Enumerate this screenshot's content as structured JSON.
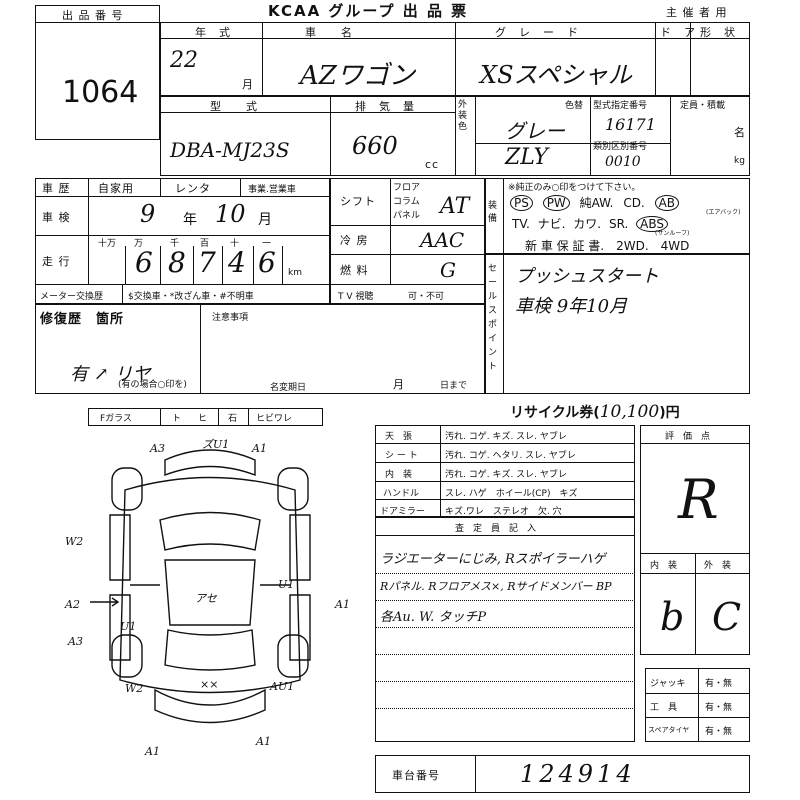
{
  "header": {
    "lot_label": "出 品 番 号",
    "lot_number": "1064",
    "title": "KCAA グループ 出 品 票",
    "organizer": "主 催 者 用"
  },
  "row1": {
    "year_label": "年　式",
    "car_label": "車　　名",
    "grade_label": "グ　レ　ー　ド",
    "door_label": "ド　ア",
    "shape_label": "形　状",
    "year_value": "22",
    "month_unit": "月",
    "car_value": "AZワゴン",
    "grade_value": "XSスペシャル"
  },
  "row2": {
    "model_label": "型　　式",
    "displacement_label": "排　気　量",
    "exterior_label": "外装色",
    "color_label": "色替",
    "model_code_label": "型式指定番号",
    "capacity_label": "定員・積載",
    "class_label": "類別区別番号",
    "model_value": "DBA-MJ23S",
    "displacement_value": "660",
    "cc_unit": "cc",
    "color_value": "グレー",
    "color_code": "ZLY",
    "model_code_value": "16171",
    "class_value": "0010",
    "name_unit": "名",
    "kg_unit": "kg"
  },
  "history": {
    "label": "車 歴",
    "options": [
      "自家用",
      "レンタ",
      "事業.営業車"
    ],
    "inspection_label": "車 検",
    "inspection_year": "9",
    "year_unit": "年",
    "inspection_month": "10",
    "month_unit": "月",
    "mileage_label": "走 行",
    "digit_labels": [
      "十万",
      "万",
      "千",
      "百",
      "十",
      "一"
    ],
    "mileage_digits": [
      "6",
      "8",
      "7",
      "4",
      "6"
    ],
    "km_unit": "km",
    "meter_label": "メーター交換歴",
    "meter_options": "$交換車・*改ざん車・#不明車"
  },
  "shift": {
    "label": "シフト",
    "options": [
      "フロア",
      "コラム",
      "パネル"
    ],
    "shift_value": "AT",
    "ac_label": "冷 房",
    "ac_value": "AAC",
    "fuel_label": "燃 料",
    "fuel_value": "G",
    "tv_label": "T V 視聴",
    "tv_options": "可・不可"
  },
  "equipment": {
    "label": "装備",
    "note": "※純正のみ○印をつけて下さい。",
    "line1": [
      "PS",
      "PW",
      "純AW.",
      "CD.",
      "AB"
    ],
    "ab_note": "(エアバック)",
    "line2": [
      "TV.",
      "ナビ.",
      "カワ.",
      "SR.",
      "ABS"
    ],
    "sr_note": "(サンルーフ)",
    "line3": "新 車 保 証 書.　2WD.　4WD"
  },
  "selling_points": {
    "label": "セールスポイント",
    "line1": "プッシュスタート",
    "line2": "車検 9年10月"
  },
  "repair": {
    "label": "修復歴　箇所",
    "value": "有 ↗ リヤ",
    "note": "(有の場合○印を)",
    "notes_label": "注意事項",
    "name_change_label": "名変期日",
    "month_unit": "月",
    "date_unit": "日まで"
  },
  "glass": {
    "labels": [
      "Fガラス",
      "ト",
      "ヒ",
      "石",
      "ヒビワレ"
    ]
  },
  "recycle": {
    "label": "リサイクル券(",
    "value": "10,100",
    "unit": ")円"
  },
  "condition": {
    "rows": [
      {
        "label": "天　張",
        "options": "汚れ. コゲ. キズ. スレ. ヤブレ"
      },
      {
        "label": "シ ー ト",
        "options": "汚れ. コゲ. ヘタリ. スレ. ヤブレ"
      },
      {
        "label": "内　装",
        "options": "汚れ. コゲ. キズ. スレ. ヤブレ"
      },
      {
        "label": "ハンドル",
        "options": "スレ. ハゲ　ホイール(CP)　キズ"
      },
      {
        "label": "ドアミラー",
        "options": "キズ.ワレ　ステレオ　欠. 穴"
      }
    ]
  },
  "inspector": {
    "label": "査　定　員　記　入",
    "lines": [
      "ラジエーターにじみ, Rスポイラーハゲ",
      "Rパネル. Rフロアメス×, Rサイドメンバー BP",
      "各Au. W. タッチP"
    ]
  },
  "grades": {
    "label": "評　価　点",
    "overall": "R",
    "interior_label": "内　装",
    "exterior_label": "外　装",
    "interior_value": "b",
    "exterior_value": "C"
  },
  "tools": {
    "rows": [
      {
        "label": "ジャッキ",
        "value": "有・無"
      },
      {
        "label": "工　具",
        "value": "有・無"
      },
      {
        "label": "スペアタイヤ",
        "value": "有・無"
      }
    ]
  },
  "chassis": {
    "label": "車台番号",
    "value": "124914"
  },
  "diagram": {
    "marks": [
      "A3",
      "ズU1",
      "A1",
      "W2",
      "A2",
      "A3",
      "U1",
      "A1",
      "アセ",
      "U1",
      "W2",
      "××",
      "AU1",
      "A1",
      "A1"
    ]
  }
}
